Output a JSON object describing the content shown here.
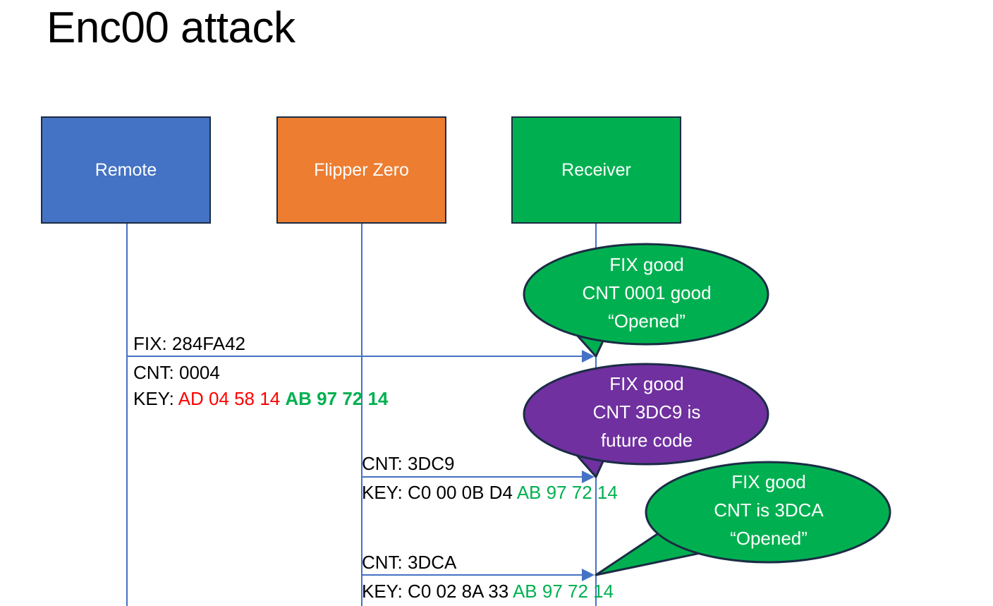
{
  "slide": {
    "title": "Enc00 attack",
    "background_color": "#FFFFFF"
  },
  "colors": {
    "remote_blue": "#4472C4",
    "flipper_orange": "#ED7D31",
    "receiver_green": "#00B050",
    "bubble_purple": "#7030A0",
    "lifeline_blue": "#4472C4",
    "box_outline": "#1B2C44",
    "hex_red": "#FF0000",
    "hex_green": "#00B050"
  },
  "actors": [
    {
      "id": "remote",
      "label": "Remote",
      "color": "#4472C4"
    },
    {
      "id": "flipper",
      "label": "Flipper Zero",
      "color": "#ED7D31"
    },
    {
      "id": "receiver",
      "label": "Receiver",
      "color": "#00B050"
    }
  ],
  "messages": [
    {
      "id": "m1",
      "from": "remote",
      "to": "receiver",
      "line_fix": "FIX: 284FA42",
      "line_cnt": "CNT: 0004",
      "key_prefix": "KEY: ",
      "key_red": "AD 04 58 14",
      "key_green": "AB 97 72 14"
    },
    {
      "id": "m2",
      "from": "flipper",
      "to": "receiver",
      "line_cnt": "CNT: 3DC9",
      "key_prefix": "KEY: ",
      "key_black": "C0 00 0B D4",
      "key_green": "AB 97 72 14"
    },
    {
      "id": "m3",
      "from": "flipper",
      "to": "receiver",
      "line_cnt": "CNT: 3DCA",
      "key_prefix": "KEY: ",
      "key_black": "C0 02 8A 33",
      "key_green": "AB 97 72 14"
    }
  ],
  "callouts": [
    {
      "id": "callout-1",
      "color": "#00B050",
      "lines": [
        "FIX good",
        "CNT 0001 good",
        "“Opened”"
      ]
    },
    {
      "id": "callout-2",
      "color": "#7030A0",
      "lines": [
        "FIX good",
        "CNT 3DC9 is",
        "future code"
      ]
    },
    {
      "id": "callout-3",
      "color": "#00B050",
      "lines": [
        "FIX good",
        "CNT is 3DCA",
        "“Opened”"
      ]
    }
  ]
}
